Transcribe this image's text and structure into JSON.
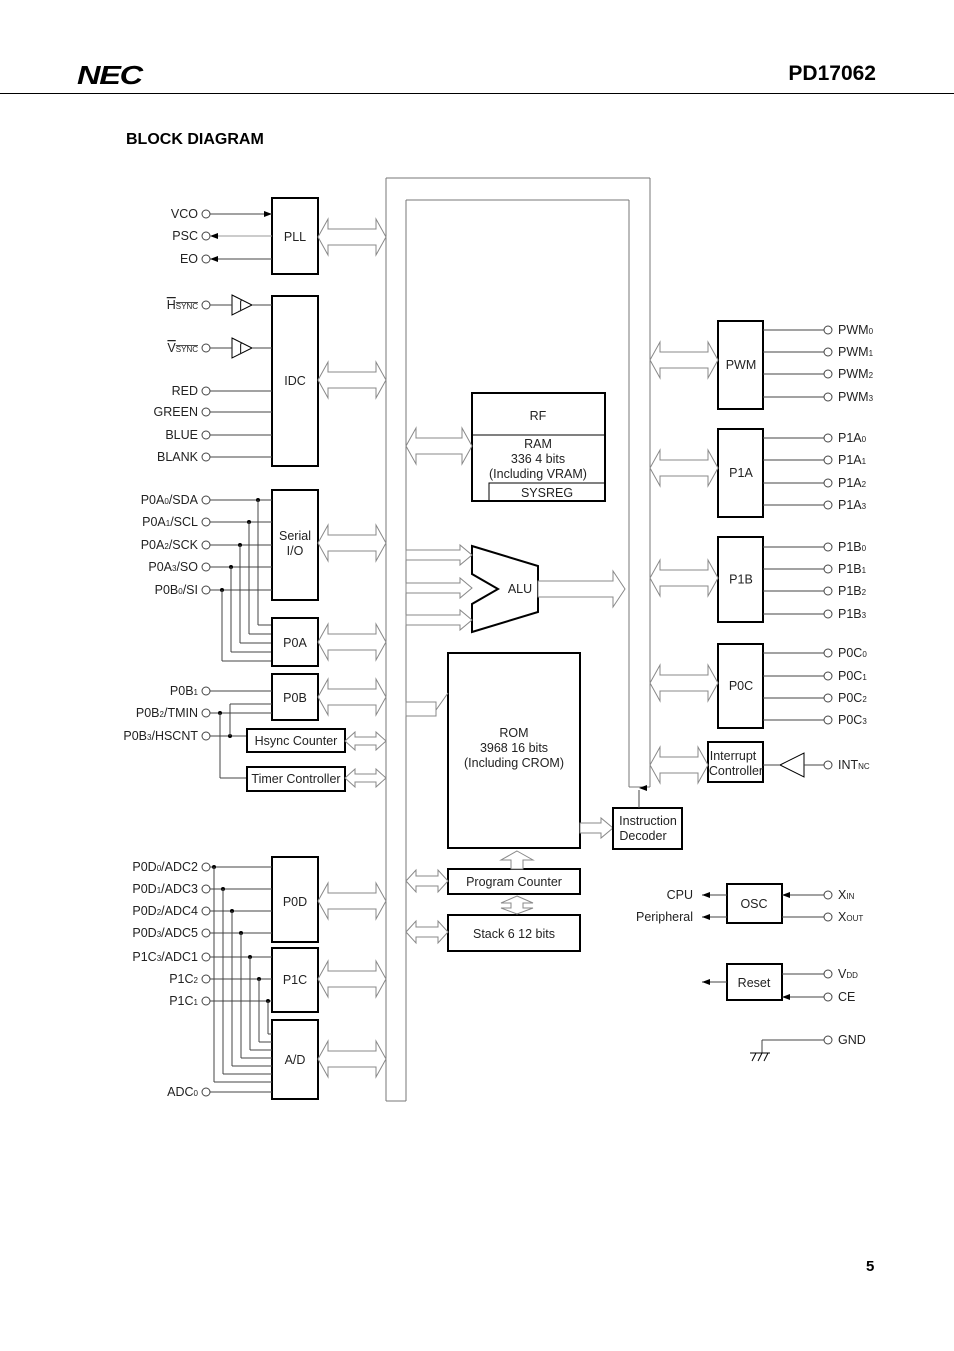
{
  "header": {
    "logo": "NEC",
    "part": "PD17062"
  },
  "title": "BLOCK DIAGRAM",
  "page_number": "5",
  "blocks": {
    "pll": "PLL",
    "idc": "IDC",
    "serial1": "Serial",
    "serial2": "I/O",
    "p0a": "P0A",
    "p0b": "P0B",
    "hsync_counter": "Hsync Counter",
    "timer": "Timer Controller",
    "p0d": "P0D",
    "p1c": "P1C",
    "ad": "A/D",
    "rf": "RF",
    "ram1": "RAM",
    "ram2": "336    4 bits",
    "ram3": "(Including VRAM)",
    "sysreg": "SYSREG",
    "alu": "ALU",
    "rom1": "ROM",
    "rom2": "3968    16 bits",
    "rom3": "(Including CROM)",
    "pc": "Program Counter",
    "stack": "Stack 6    12 bits",
    "id1": "Instruction",
    "id2": "Decoder",
    "pwm": "PWM",
    "p1a": "P1A",
    "p1b": "P1B",
    "p0c": "P0C",
    "ic1": "Interrupt",
    "ic2": "Controller",
    "osc": "OSC",
    "reset": "Reset",
    "cpu": "CPU",
    "peripheral": "Peripheral"
  },
  "left_pins": [
    {
      "t": "VCO",
      "s": "",
      "r": ""
    },
    {
      "t": "PSC",
      "s": "",
      "r": ""
    },
    {
      "t": "EO",
      "s": "",
      "r": ""
    },
    {
      "t": "H",
      "s": "SYNC",
      "r": "",
      "over": true
    },
    {
      "t": "V",
      "s": "SYNC",
      "r": "",
      "over": true
    },
    {
      "t": "RED",
      "s": "",
      "r": ""
    },
    {
      "t": "GREEN",
      "s": "",
      "r": ""
    },
    {
      "t": "BLUE",
      "s": "",
      "r": ""
    },
    {
      "t": "BLANK",
      "s": "",
      "r": ""
    },
    {
      "t": "P0A",
      "s": "0",
      "r": "/SDA"
    },
    {
      "t": "P0A",
      "s": "1",
      "r": "/SCL"
    },
    {
      "t": "P0A",
      "s": "2",
      "r": "/SCK"
    },
    {
      "t": "P0A",
      "s": "3",
      "r": "/SO"
    },
    {
      "t": "P0B",
      "s": "0",
      "r": "/SI"
    },
    {
      "t": "P0B",
      "s": "1",
      "r": ""
    },
    {
      "t": "P0B",
      "s": "2",
      "r": "/TMIN"
    },
    {
      "t": "P0B",
      "s": "3",
      "r": "/HSCNT"
    },
    {
      "t": "P0D",
      "s": "0",
      "r": "/ADC2"
    },
    {
      "t": "P0D",
      "s": "1",
      "r": "/ADC3"
    },
    {
      "t": "P0D",
      "s": "2",
      "r": "/ADC4"
    },
    {
      "t": "P0D",
      "s": "3",
      "r": "/ADC5"
    },
    {
      "t": "P1C",
      "s": "3",
      "r": "/ADC1"
    },
    {
      "t": "P1C",
      "s": "2",
      "r": ""
    },
    {
      "t": "P1C",
      "s": "1",
      "r": ""
    },
    {
      "t": "ADC",
      "s": "0",
      "r": ""
    }
  ],
  "right_pins": [
    {
      "t": "PWM",
      "s": "0"
    },
    {
      "t": "PWM",
      "s": "1"
    },
    {
      "t": "PWM",
      "s": "2"
    },
    {
      "t": "PWM",
      "s": "3"
    },
    {
      "t": "P1A",
      "s": "0"
    },
    {
      "t": "P1A",
      "s": "1"
    },
    {
      "t": "P1A",
      "s": "2"
    },
    {
      "t": "P1A",
      "s": "3"
    },
    {
      "t": "P1B",
      "s": "0"
    },
    {
      "t": "P1B",
      "s": "1"
    },
    {
      "t": "P1B",
      "s": "2"
    },
    {
      "t": "P1B",
      "s": "3"
    },
    {
      "t": "P0C",
      "s": "0"
    },
    {
      "t": "P0C",
      "s": "1"
    },
    {
      "t": "P0C",
      "s": "2"
    },
    {
      "t": "P0C",
      "s": "3"
    },
    {
      "t": "INT",
      "s": "NC"
    },
    {
      "t": "X",
      "s": "IN"
    },
    {
      "t": "X",
      "s": "OUT"
    },
    {
      "t": "V",
      "s": "DD"
    },
    {
      "t": "CE",
      "s": ""
    },
    {
      "t": "GND",
      "s": ""
    }
  ]
}
